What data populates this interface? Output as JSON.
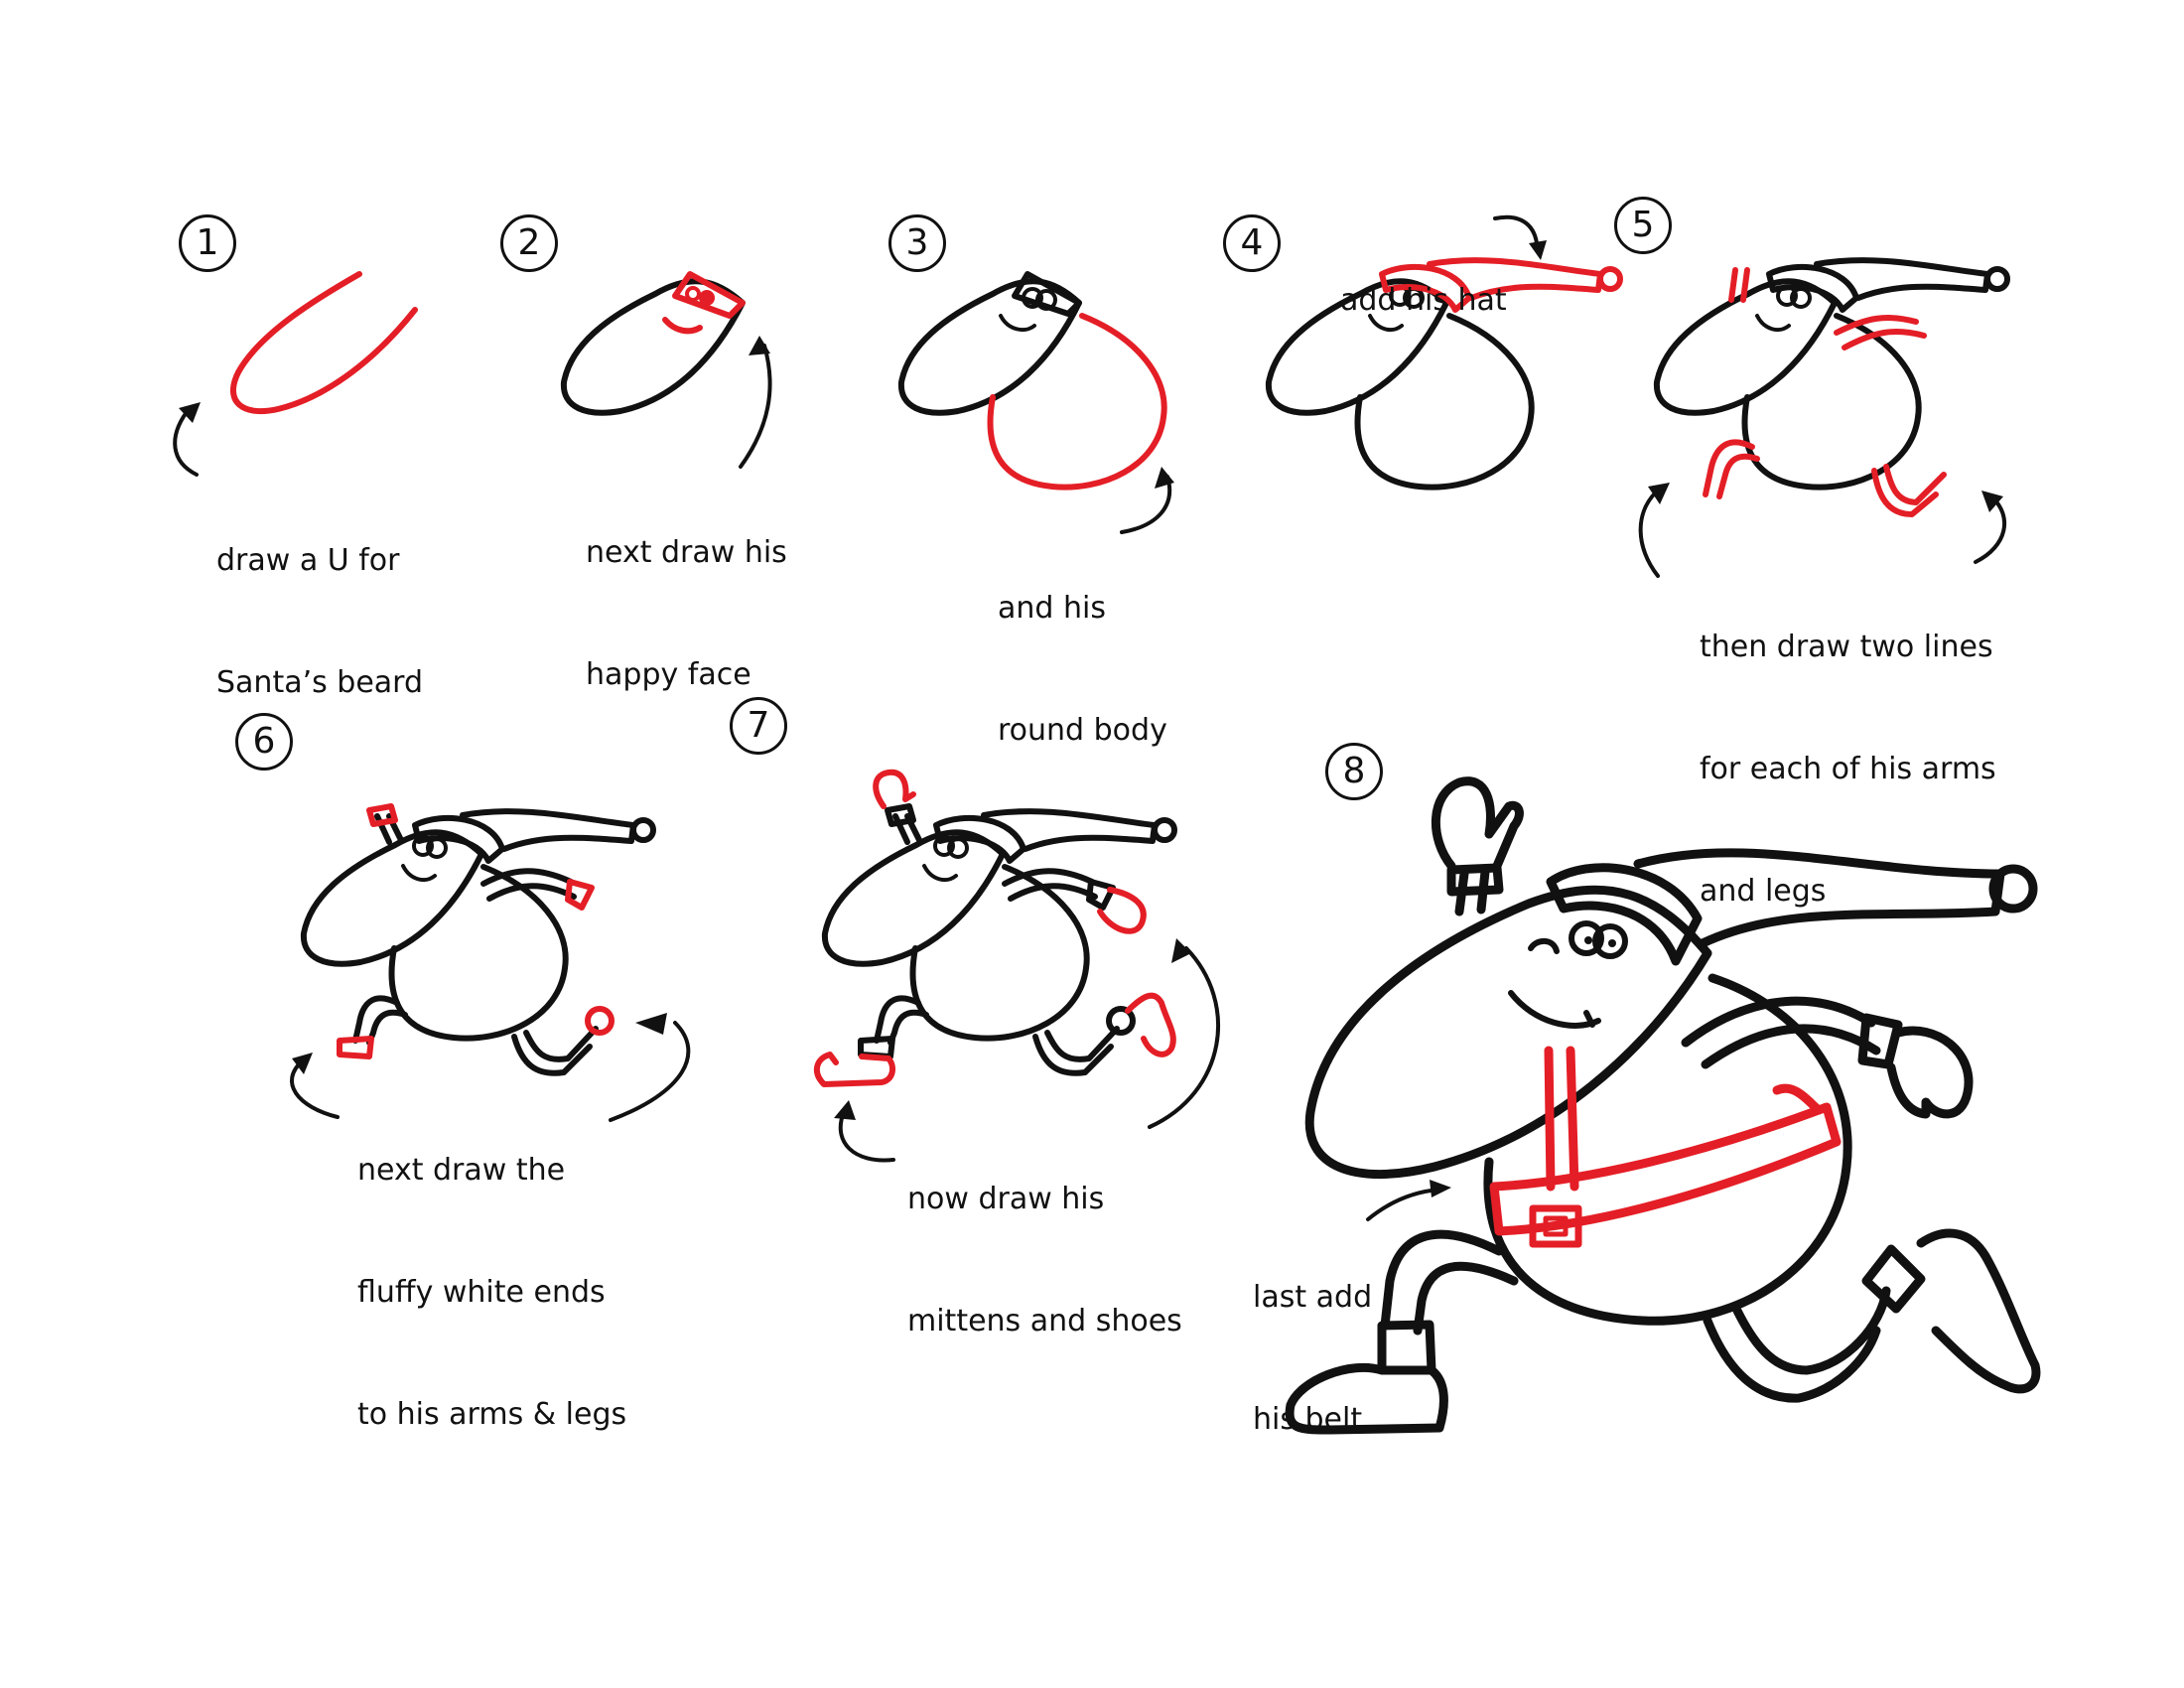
{
  "colors": {
    "ink": "#111111",
    "accent": "#e41e26",
    "background": "#ffffff"
  },
  "steps": [
    {
      "number": "1",
      "caption_lines": [
        "draw a U for",
        "Santa’s beard"
      ]
    },
    {
      "number": "2",
      "caption_lines": [
        "next draw his",
        "happy face"
      ]
    },
    {
      "number": "3",
      "caption_lines": [
        "and his",
        "round body"
      ]
    },
    {
      "number": "4",
      "caption_lines": [
        "add his hat"
      ]
    },
    {
      "number": "5",
      "caption_lines": [
        "then draw two lines",
        "for each of his arms",
        "and legs"
      ]
    },
    {
      "number": "6",
      "caption_lines": [
        "next draw the",
        "fluffy white ends",
        "to his arms & legs"
      ]
    },
    {
      "number": "7",
      "caption_lines": [
        "now draw his",
        "mittens and shoes"
      ]
    },
    {
      "number": "8",
      "caption_lines": [
        "last add",
        "his belt"
      ]
    }
  ]
}
